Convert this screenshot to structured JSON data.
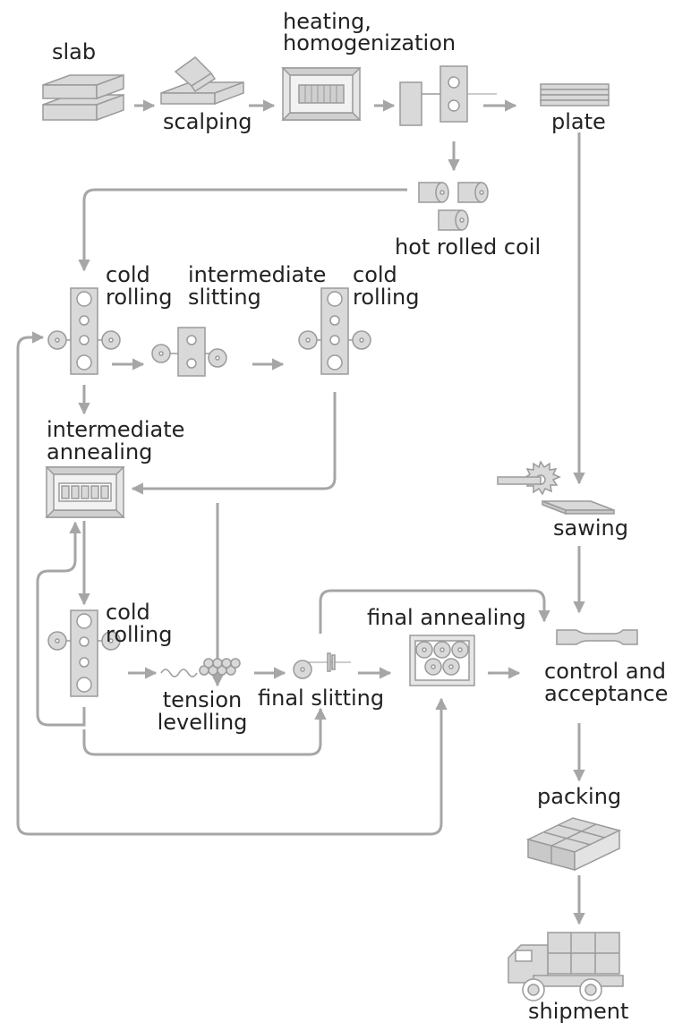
{
  "labels": {
    "slab": "slab",
    "scalping": "scalping",
    "heating_l1": "heating,",
    "heating_l2": "homogenization",
    "plate": "plate",
    "hot_rolled_coil": "hot rolled coil",
    "cold1_l1": "cold",
    "cold1_l2": "rolling",
    "int_slit_l1": "intermediate",
    "int_slit_l2": "slitting",
    "cold2_l1": "cold",
    "cold2_l2": "rolling",
    "int_ann_l1": "intermediate",
    "int_ann_l2": "annealing",
    "cold3_l1": "cold",
    "cold3_l2": "rolling",
    "tension_l1": "tension",
    "tension_l2": "levelling",
    "final_slitting": "final slitting",
    "final_annealing": "final annealing",
    "sawing": "sawing",
    "control_l1": "control and",
    "control_l2": "acceptance",
    "packing": "packing",
    "shipment": "shipment"
  },
  "colors": {
    "line": "#a6a6a6",
    "fill": "#d9d9d9",
    "stroke": "#9a9a9a",
    "text": "#222222"
  }
}
